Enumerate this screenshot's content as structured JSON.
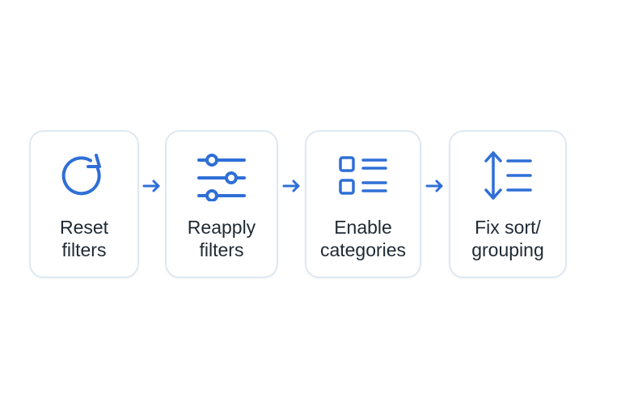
{
  "colors": {
    "accent": "#2f6fd6",
    "card_border": "#dfe8f1",
    "text": "#1f2933",
    "background": "#ffffff"
  },
  "steps": [
    {
      "icon": "refresh-icon",
      "label": "Reset\nfilters"
    },
    {
      "icon": "sliders-icon",
      "label": "Reapply\nfilters"
    },
    {
      "icon": "checklist-icon",
      "label": "Enable\ncategories"
    },
    {
      "icon": "sort-list-icon",
      "label": "Fix sort/\ngrouping"
    }
  ],
  "connector_icon": "arrow-right-icon"
}
